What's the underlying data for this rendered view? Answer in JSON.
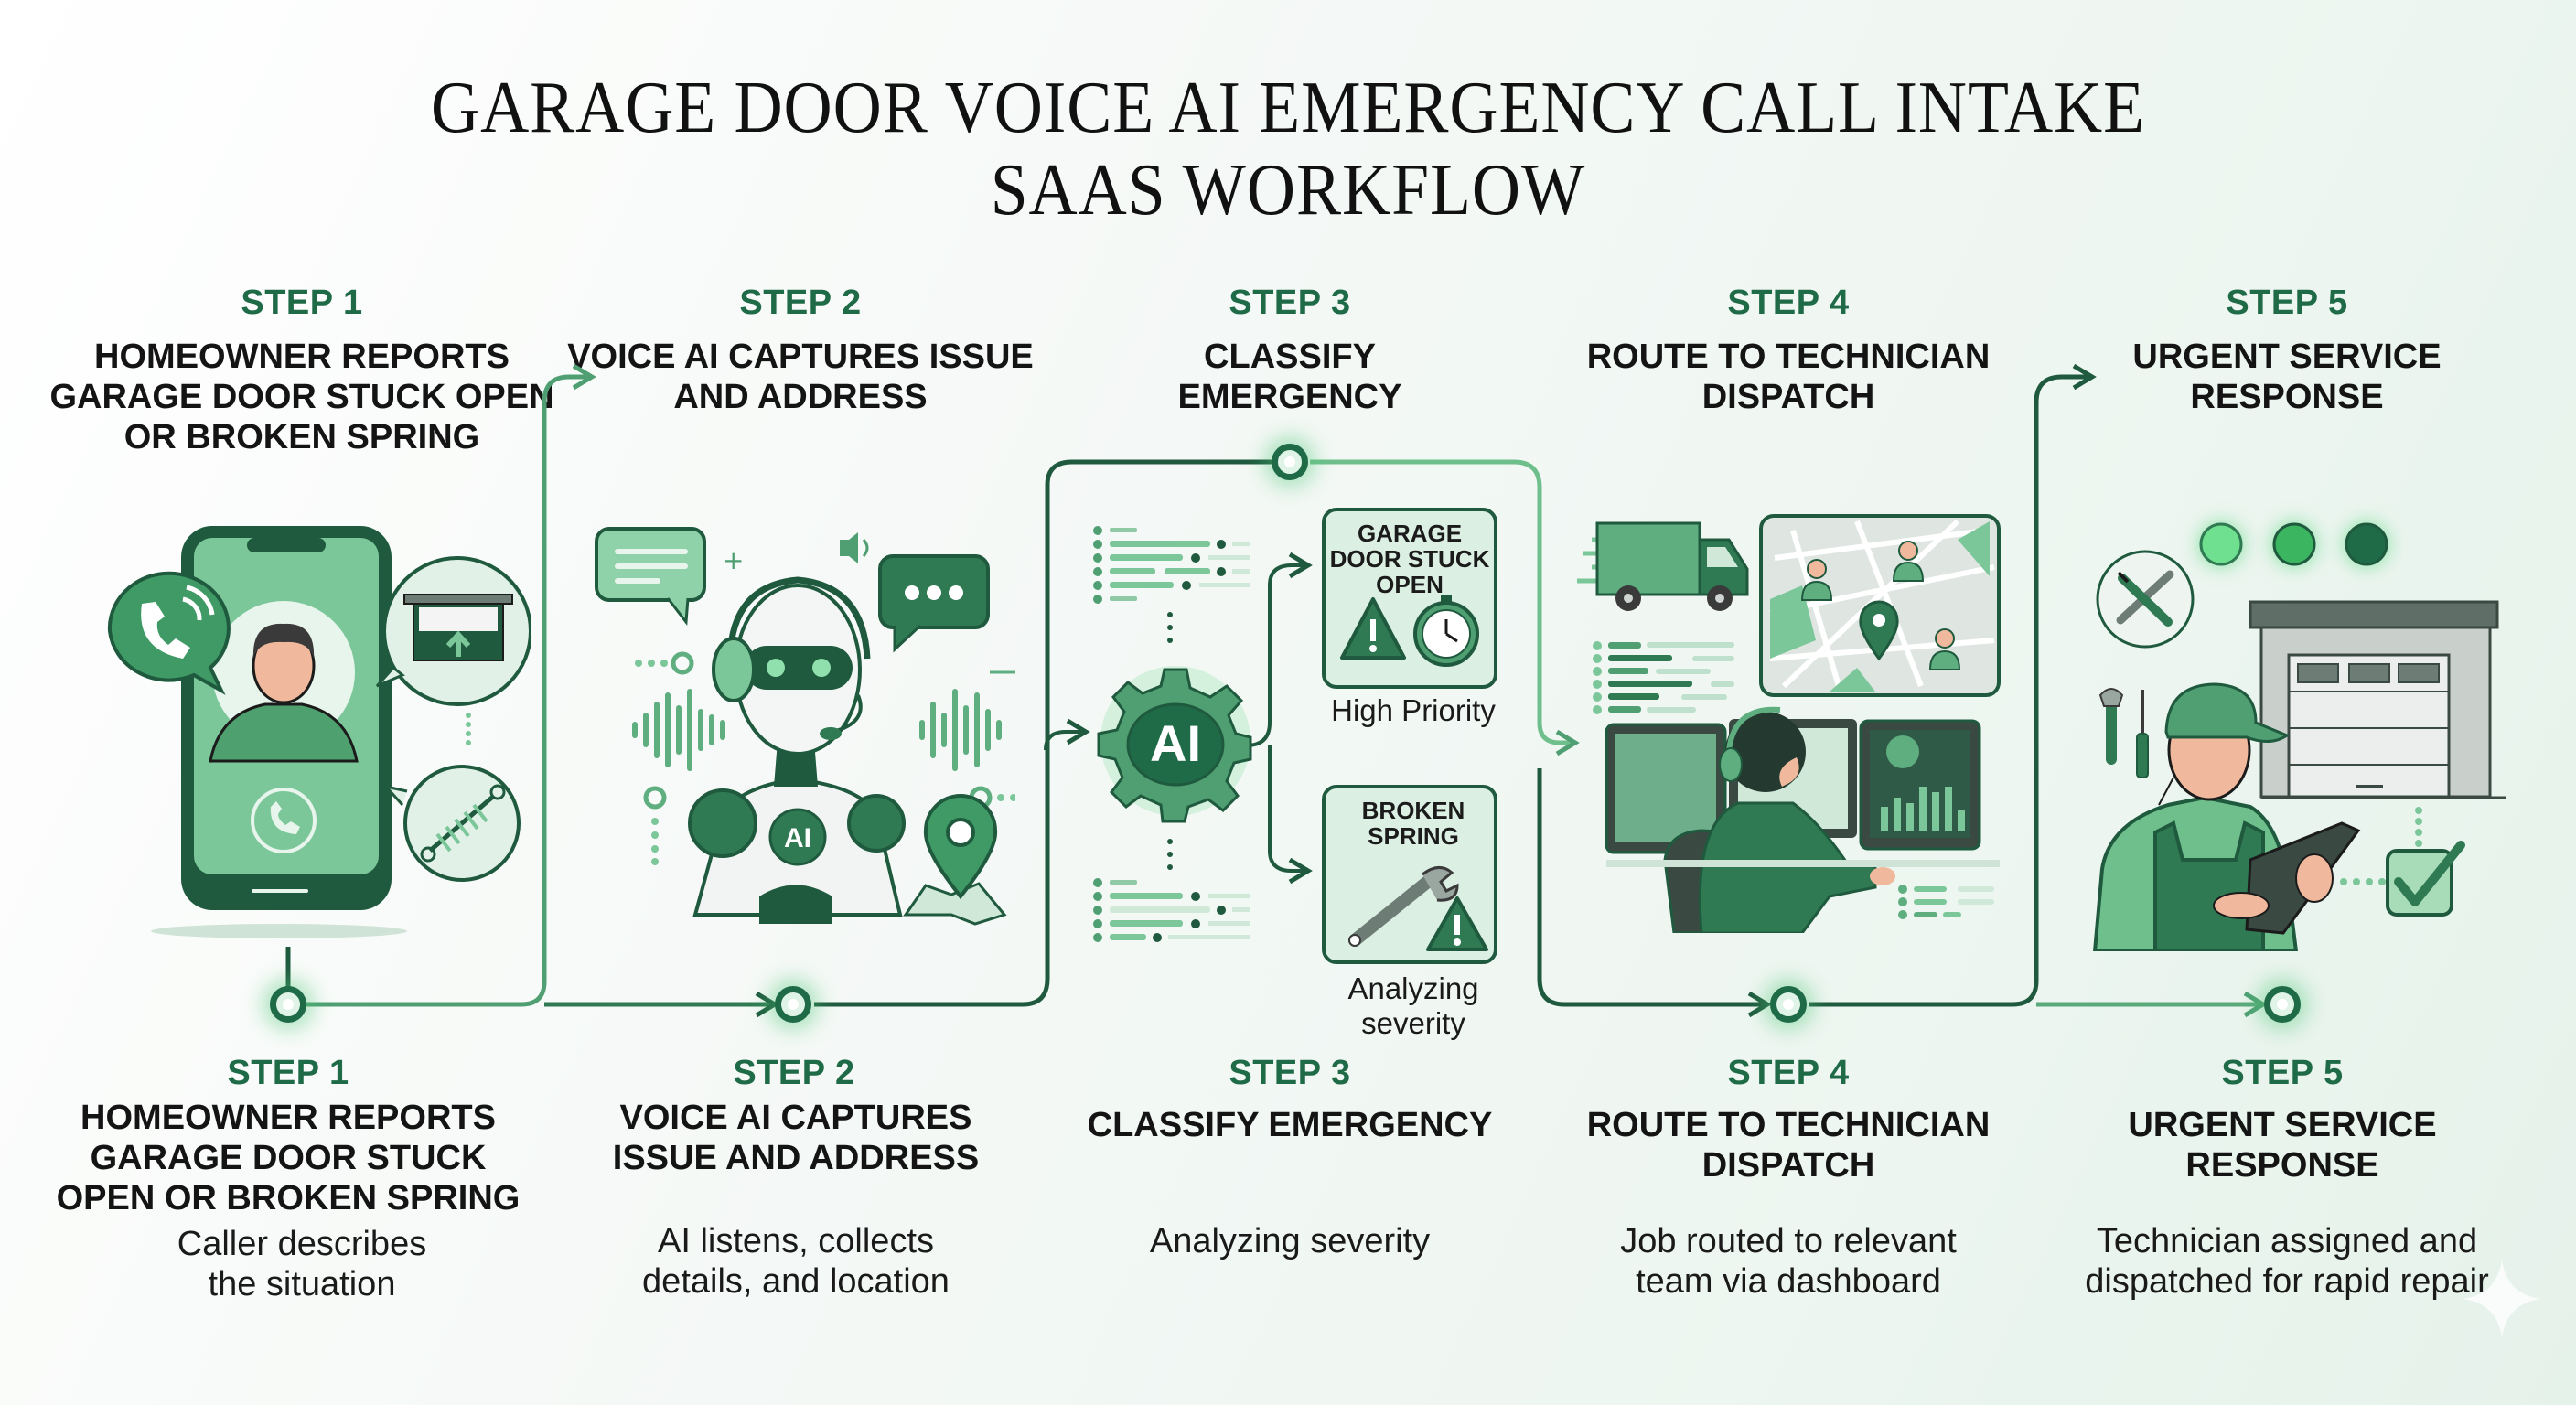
{
  "header": {
    "title_line1": "GARAGE DOOR VOICE AI EMERGENCY CALL INTAKE",
    "title_line2": "SAAS WORKFLOW"
  },
  "top_steps": [
    {
      "label": "STEP 1",
      "title": "HOMEOWNER REPORTS GARAGE DOOR STUCK OPEN OR BROKEN SPRING"
    },
    {
      "label": "STEP 2",
      "title": "VOICE AI CAPTURES ISSUE AND ADDRESS"
    },
    {
      "label": "STEP 3",
      "title": "CLASSIFY EMERGENCY"
    },
    {
      "label": "STEP 4",
      "title": "ROUTE TO TECHNICIAN DISPATCH"
    },
    {
      "label": "STEP 5",
      "title": "URGENT SERVICE RESPONSE"
    }
  ],
  "classification": {
    "card1_title": "GARAGE DOOR STUCK OPEN",
    "card1_caption": "High Priority",
    "card2_title": "BROKEN SPRING",
    "card2_caption": "Analyzing severity",
    "gear_label": "AI"
  },
  "robot": {
    "chest_label": "AI"
  },
  "bottom_steps": [
    {
      "label": "STEP 1",
      "title": "HOMEOWNER REPORTS GARAGE DOOR STUCK OPEN OR BROKEN SPRING",
      "desc": "Caller describes the situation"
    },
    {
      "label": "STEP 2",
      "title": "VOICE AI CAPTURES ISSUE AND ADDRESS",
      "desc": "AI listens, collects details, and location"
    },
    {
      "label": "STEP 3",
      "title": "CLASSIFY EMERGENCY",
      "desc": "Analyzing severity"
    },
    {
      "label": "STEP 4",
      "title": "ROUTE TO TECHNICIAN DISPATCH",
      "desc": "Job routed to relevant team via dashboard"
    },
    {
      "label": "STEP 5",
      "title": "URGENT SERVICE RESPONSE",
      "desc": "Technician assigned and dispatched for rapid repair"
    }
  ],
  "icons": [
    "phone-icon",
    "person-avatar-icon",
    "garage-door-icon",
    "spring-icon",
    "robot-icon",
    "chat-bubble-icon",
    "sound-wave-icon",
    "location-pin-icon",
    "map-icon",
    "ai-gear-icon",
    "warning-icon",
    "stopwatch-icon",
    "wrench-icon",
    "truck-icon",
    "dispatcher-icon",
    "monitor-icon",
    "technician-icon",
    "tablet-icon",
    "checkmark-icon",
    "status-lights-icon",
    "sparkle-icon"
  ],
  "colors": {
    "accent_dark": "#1f5a3e",
    "accent": "#2e8b57",
    "accent_light": "#7cc79a",
    "step_label": "#1f6b48",
    "background": "#f3f8f5"
  }
}
